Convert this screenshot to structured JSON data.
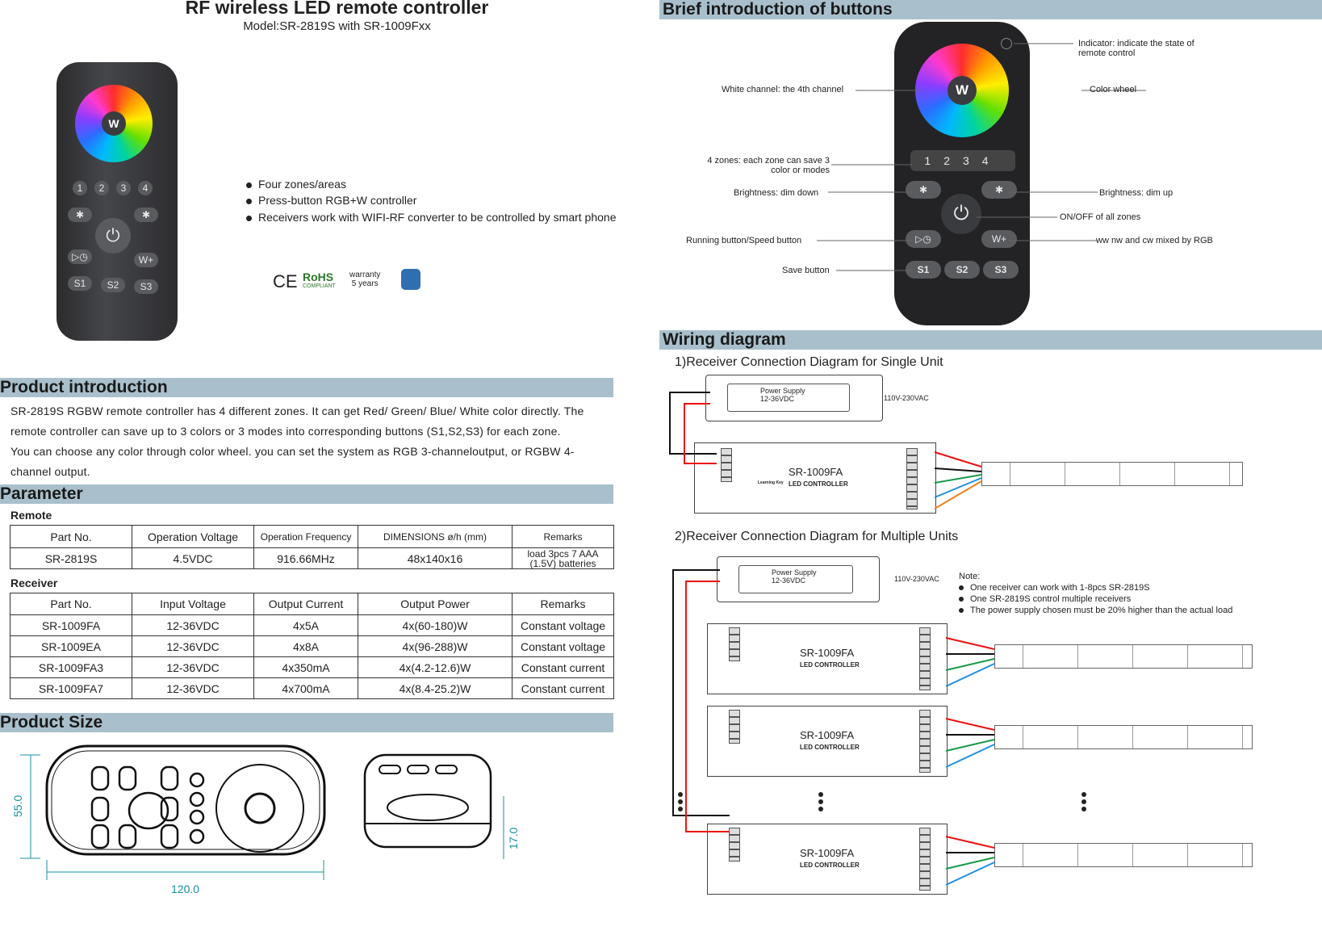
{
  "header": {
    "title": "RF wireless LED remote controller",
    "model": "Model:SR-2819S with SR-1009Fxx"
  },
  "features": [
    "Four zones/areas",
    "Press-button RGB+W controller",
    "Receivers work with WIFI-RF converter to be controlled by smart phone"
  ],
  "certs": {
    "ce": "CE",
    "rohs": "RoHS",
    "rohs_sub": "COMPLIANT",
    "warranty": "warranty",
    "warranty_years": "5 years"
  },
  "remote_img": {
    "wheel": "W",
    "zones": [
      "1",
      "2",
      "3",
      "4"
    ],
    "s": [
      "S1",
      "S2",
      "S3"
    ],
    "wplus": "W+"
  },
  "sections": {
    "buttons": "Brief introduction of buttons",
    "wiring": "Wiring diagram",
    "product": "Product introduction",
    "parameter": "Parameter",
    "size": "Product Size"
  },
  "intro": [
    "SR-2819S RGBW remote controller has 4 different zones. It can get Red/ Green/ Blue/ White color directly. The",
    "remote controller can save up to 3 colors or 3 modes into corresponding buttons (S1,S2,S3) for each zone.",
    " You can choose any color through color wheel. you can set the system as RGB 3-channeloutput, or RGBW 4-",
    "channel output."
  ],
  "remote_table": {
    "label": "Remote",
    "headers": [
      "Part No.",
      "Operation Voltage",
      "Operation Frequency",
      "DIMENSIONS ø/h (mm)",
      "Remarks"
    ],
    "row": [
      "SR-2819S",
      "4.5VDC",
      "916.66MHz",
      "48x140x16",
      "load 3pcs 7 AAA (1.5V) batteries"
    ]
  },
  "receiver_table": {
    "label": "Receiver",
    "headers": [
      "Part No.",
      "Input Voltage",
      "Output Current",
      "Output Power",
      "Remarks"
    ],
    "rows": [
      [
        "SR-1009FA",
        "12-36VDC",
        "4x5A",
        "4x(60-180)W",
        "Constant voltage"
      ],
      [
        "SR-1009EA",
        "12-36VDC",
        "4x8A",
        "4x(96-288)W",
        "Constant voltage"
      ],
      [
        "SR-1009FA3",
        "12-36VDC",
        "4x350mA",
        "4x(4.2-12.6)W",
        "Constant current"
      ],
      [
        "SR-1009FA7",
        "12-36VDC",
        "4x700mA",
        "4x(8.4-25.2)W",
        "Constant current"
      ]
    ]
  },
  "annotations": {
    "indicator": "Indicator: indicate the state of remote control",
    "white": "White channel: the 4th channel",
    "wheel": "Color wheel",
    "zones": "4 zones: each zone can save 3 color or modes",
    "dimdown": "Brightness: dim down",
    "dimup": "Brightness: dim up",
    "onoff": "ON/OFF of all zones",
    "running": "Running button/Speed button",
    "wwcw": "ww nw and cw mixed by RGB",
    "save": "Save button"
  },
  "wiring": {
    "diag1": "1)Receiver Connection Diagram for Single Unit",
    "diag2": "2)Receiver Connection Diagram for Multiple Units",
    "psu": "Power Supply",
    "psu_v": "12-36VDC",
    "ac": "110V-230VAC",
    "ctrl": "SR-1009FA",
    "ctrl_sub": "LED CONTROLLER",
    "learn": "Learning Key",
    "note_title": "Note:",
    "notes": [
      "One receiver can work with 1-8pcs SR-2819S",
      "One SR-2819S control multiple receivers",
      "The power supply chosen must be 20% higher than the actual load"
    ]
  },
  "size": {
    "h": "55.0",
    "w": "120.0",
    "d": "17.0"
  },
  "colors": {
    "band": "#a9c0cc",
    "remote": "#2d2e31",
    "dim": "#1a8fa0"
  }
}
